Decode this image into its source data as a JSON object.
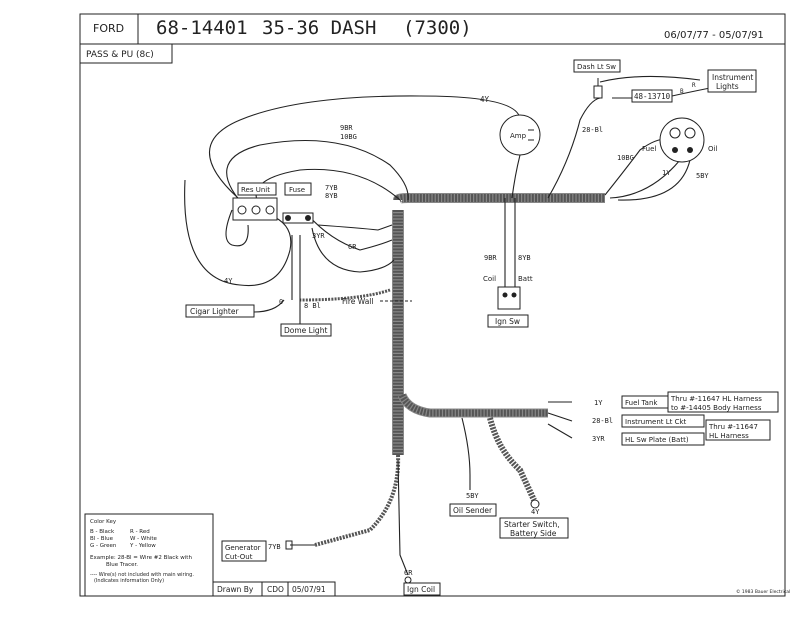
{
  "header": {
    "make": "FORD",
    "part_number": "68-14401",
    "title": "35-36 DASH",
    "code": "(7300)",
    "dates": "06/07/77 - 05/07/91",
    "subtitle": "PASS & PU (8c)"
  },
  "components": {
    "res_unit": "Res Unit",
    "fuse": "Fuse",
    "amp": "Amp",
    "dash_lt_sw": "Dash Lt Sw",
    "instrument_lights": [
      "Instrument",
      "Lights"
    ],
    "part_48_13710": "48-13710",
    "fuel": "Fuel",
    "oil": "Oil",
    "ign_sw": "Ign Sw",
    "coil": "Coil",
    "batt": "Batt",
    "cigar_lighter": "Cigar Lighter",
    "dome_light": "Dome Light",
    "fire_wall": "Fire Wall",
    "fuel_tank": "Fuel Tank",
    "instrument_lt_ckt": "Instrument Lt Ckt",
    "hl_sw_plate": "HL Sw Plate (Batt)",
    "thru_1": [
      "Thru #-11647 HL Harness",
      "to #-14405 Body Harness"
    ],
    "thru_2": [
      "Thru #-11647",
      "HL Harness"
    ],
    "oil_sender": "Oil Sender",
    "starter_switch": [
      "Starter Switch,",
      "Battery Side"
    ],
    "generator": [
      "Generator",
      "Cut-Out"
    ],
    "ign_coil": "Ign Coil"
  },
  "wire_labels": {
    "w4y_top": "4Y",
    "w9br": "9BR",
    "w10bg": "10BG",
    "w7yb": "7YB",
    "w8yb": "8YB",
    "w3yr": "3YR",
    "w6r": "6R",
    "w4y_left": "4Y",
    "w0": "0",
    "w8bl": "8 Bl",
    "w28bl": "28-Bl",
    "w10bg_g": "10BG",
    "w1y": "1Y",
    "w5by": "5BY",
    "w9br_i": "9BR",
    "w8yb_i": "8YB",
    "r": "R",
    "b": "B",
    "out_1y": "1Y",
    "out_28bl": "28-Bl",
    "out_3yr": "3YR",
    "w5by_o": "5BY",
    "w4y_s": "4Y",
    "w7yb_g": "7YB",
    "w6r_c": "6R"
  },
  "legend": {
    "title": "Color Key",
    "rows": [
      [
        "B - Black",
        "R - Red"
      ],
      [
        "Bl - Blue",
        "W - White"
      ],
      [
        "G - Green",
        "Y - Yellow"
      ]
    ],
    "example": [
      "Example: 28-Bl = Wire #2 Black with",
      "Blue Tracer."
    ],
    "note": [
      "---- Wire(s) not included with main wiring.",
      "(Indicates information Only)"
    ]
  },
  "footer": {
    "drawn_by_label": "Drawn By",
    "drawn_by": "CDO",
    "date": "05/07/91",
    "copyright": "© 1983 Bauer Electrical"
  }
}
